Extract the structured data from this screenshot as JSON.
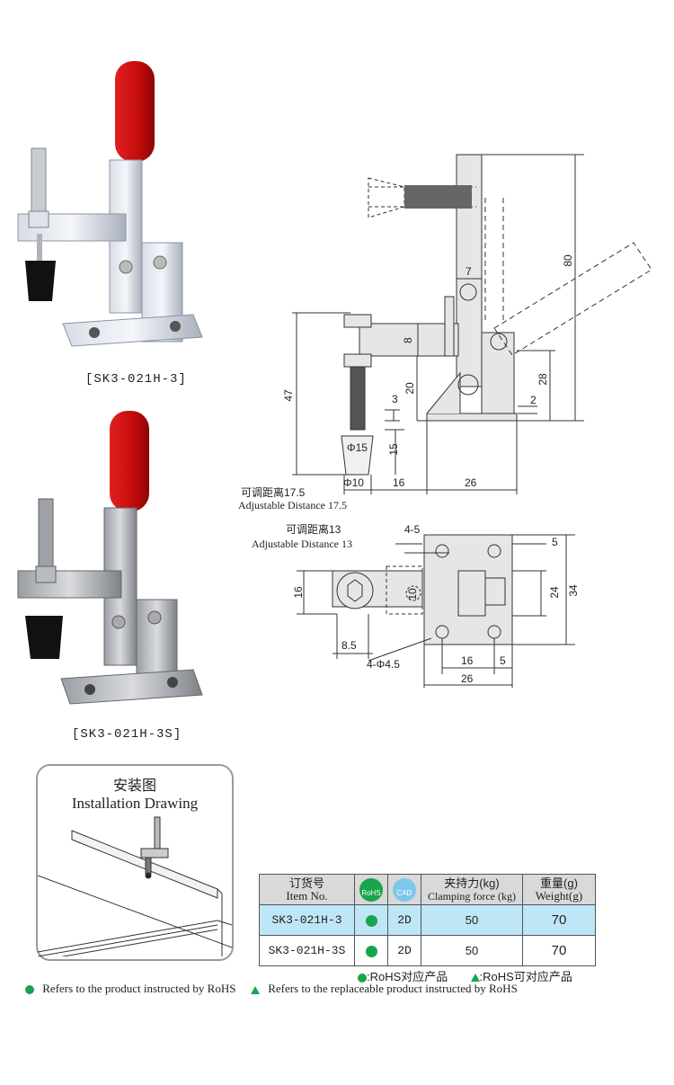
{
  "products": [
    {
      "caption": "[SK3-021H-3]"
    },
    {
      "caption": "[SK3-021H-3S]"
    }
  ],
  "side_view": {
    "dims": [
      "80",
      "7",
      "8",
      "47",
      "20",
      "28",
      "3",
      "2",
      "15",
      "Φ15",
      "Φ10",
      "16",
      "26"
    ],
    "adj_cn": "可调距离17.5",
    "adj_en": "Adjustable Distance 17.5"
  },
  "top_view": {
    "adj_cn": "可调距离13",
    "adj_en": "Adjustable Distance 13",
    "dims": [
      "4-5",
      "5",
      "16",
      "10",
      "24",
      "34",
      "8.5",
      "4-Φ4.5",
      "16",
      "5",
      "26"
    ]
  },
  "installation": {
    "title_cn": "安装图",
    "title_en": "Installation Drawing"
  },
  "table": {
    "header": {
      "item_cn": "订货号",
      "item_en": "Item No.",
      "rohs": "RoHS",
      "cad": "CAD",
      "force_cn": "夹持力(kg)",
      "force_en": "Clamping force (kg)",
      "weight_cn": "重量(g)",
      "weight_en": "Weight(g)"
    },
    "rows": [
      {
        "item": "SK3-021H-3",
        "cad": "2D",
        "force": "50",
        "weight": "70"
      },
      {
        "item": "SK3-021H-3S",
        "cad": "2D",
        "force": "50",
        "weight": "70"
      }
    ],
    "colors": {
      "highlight": "#bfe6f6",
      "header": "#d9d9d9",
      "rohs_green": "#18a64a"
    }
  },
  "legend": {
    "rohs_cn": ":RoHS对应产品",
    "replace_cn": ":RoHS可对应产品",
    "rohs_en": "Refers to the product instructed by RoHS",
    "replace_en": "Refers to the replaceable product instructed by RoHS"
  }
}
